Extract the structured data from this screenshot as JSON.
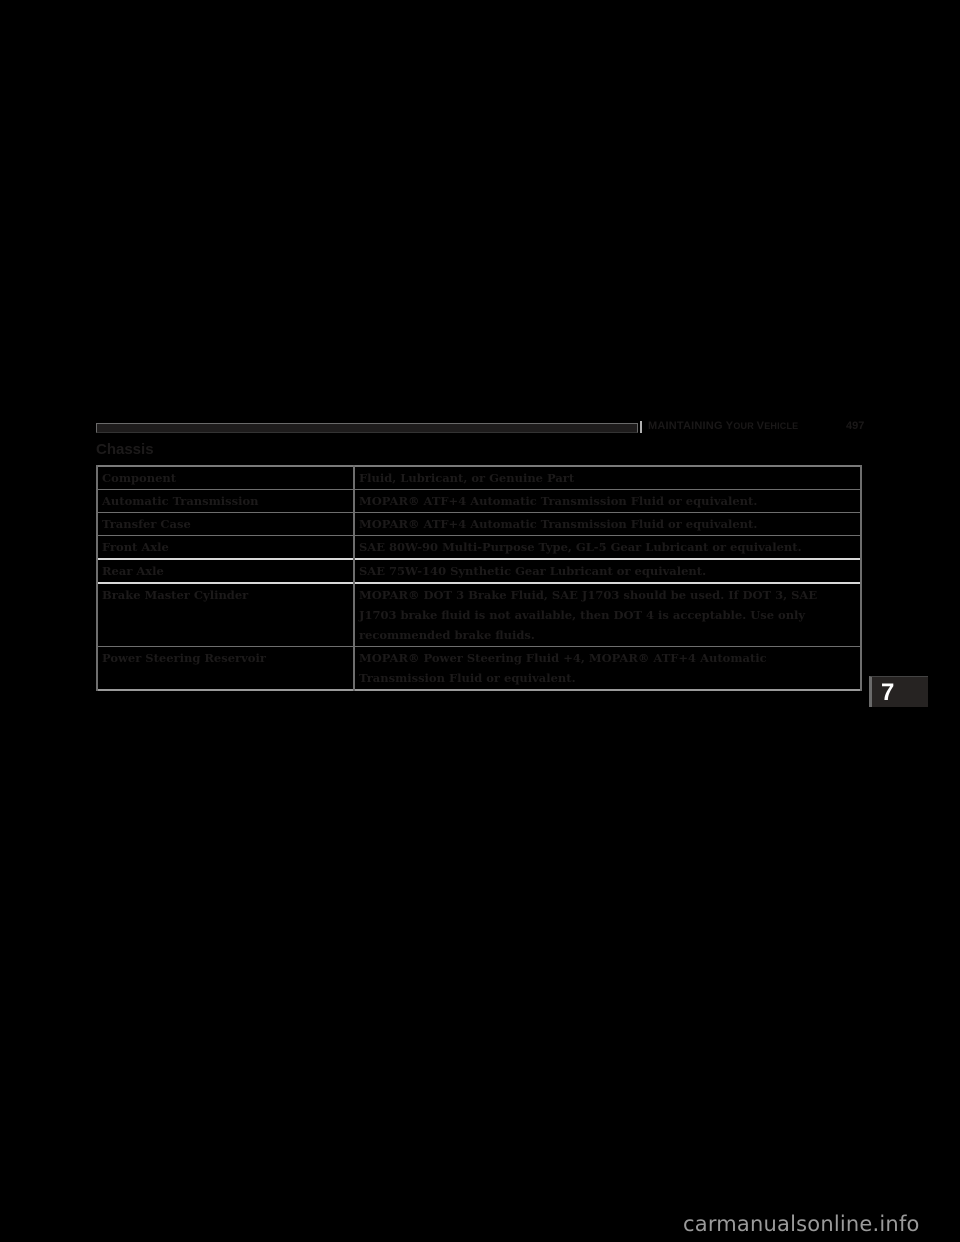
{
  "header": {
    "section_prefix": "MAINTAINING ",
    "section_y": "Y",
    "section_our": "OUR ",
    "section_v": "V",
    "section_ehicle": "EHICLE",
    "page_number": "497"
  },
  "section": {
    "title": "Chassis"
  },
  "table": {
    "columns": [
      "Component",
      "Fluid, Lubricant, or Genuine Part"
    ],
    "rows": [
      {
        "component": "Automatic Transmission",
        "fluid": "MOPAR® ATF+4 Automatic Transmission Fluid or equivalent."
      },
      {
        "component": "Transfer Case",
        "fluid": "MOPAR® ATF+4 Automatic Transmission Fluid or equivalent."
      },
      {
        "component": "Front Axle",
        "fluid": "SAE 80W-90 Multi-Purpose Type, GL-5 Gear Lubricant or equivalent."
      },
      {
        "component": "Rear Axle",
        "fluid": "SAE 75W-140 Synthetic Gear Lubricant or equivalent."
      },
      {
        "component": "Brake Master Cylinder",
        "fluid": "MOPAR® DOT 3 Brake Fluid, SAE J1703 should be used. If DOT 3, SAE J1703 brake fluid is not available, then DOT 4 is acceptable. Use only recommended brake fluids."
      },
      {
        "component": "Power Steering Reservoir",
        "fluid": "MOPAR® Power Steering Fluid +4, MOPAR® ATF+4 Automatic Transmission Fluid or equivalent."
      }
    ]
  },
  "chapter_tab": {
    "number": "7"
  },
  "watermark": {
    "text": "carmanualsonline.info"
  }
}
